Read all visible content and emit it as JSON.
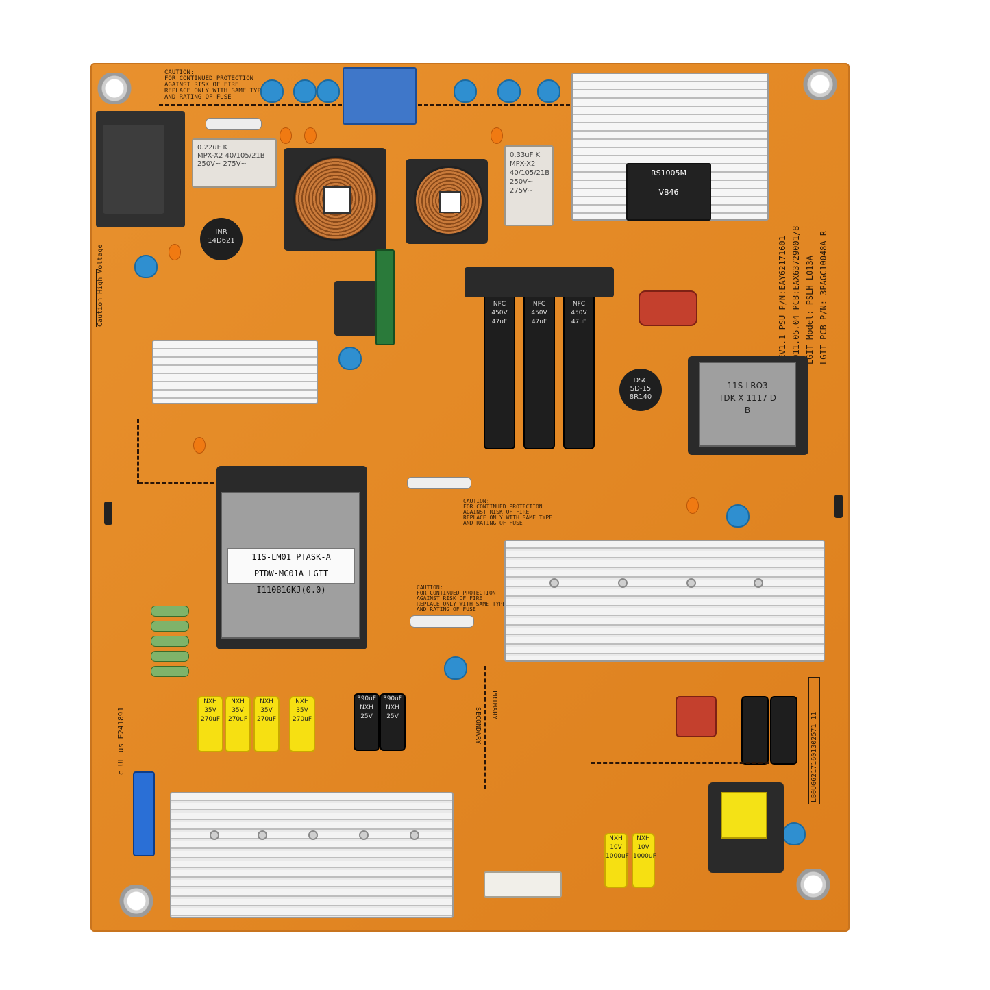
{
  "board": {
    "caution_top": [
      "CAUTION:",
      "FOR CONTINUED PROTECTION",
      "AGAINST RISK OF FIRE",
      "REPLACE ONLY WITH SAME TYPE",
      "AND RATING OF FUSE"
    ],
    "caution_mid": [
      "CAUTION:",
      "FOR CONTINUED PROTECTION",
      "AGAINST RISK OF FIRE",
      "REPLACE ONLY WITH SAME TYPE",
      "AND RATING OF FUSE"
    ],
    "caution_low": [
      "CAUTION:",
      "FOR CONTINUED PROTECTION",
      "AGAINST RISK OF FIRE",
      "REPLACE ONLY WITH SAME TYPE",
      "AND RATING OF FUSE"
    ],
    "info_lines": [
      "REV1.1   PSU P/N:EAY62171601",
      "2011.05.04  PCB:EAX63729001/8",
      "LGIT Model: PSLH-L013A",
      "LGIT PCB P/N: 3PAGC10048A-R"
    ],
    "high_voltage": [
      "Caution",
      "High Voltage"
    ],
    "sticker_line1": "11S-LM01 PTASK-A",
    "sticker_line2": "PTDW-MC01A LGIT I110816KJ(0.0)",
    "bridge_label": "RS1005M",
    "bridge_code": "VB46",
    "xcap1": [
      "0.22uF  K",
      "MPX-X2 40/105/21B",
      "250V~   275V~"
    ],
    "xcap2": [
      "0.33uF K",
      "MPX-X2 40/105/21B",
      "250V~",
      "275V~"
    ],
    "nfc_caps": [
      "NFC",
      "450V",
      "47uF"
    ],
    "trafo_label": [
      "11S-LRO3",
      "TDK X 1117 D",
      "B"
    ],
    "ntc_label": [
      "DSC",
      "SD-15",
      "8R140"
    ],
    "ntc_left_label": [
      "INR",
      "14D621"
    ],
    "small_caps_35v": [
      "NXH",
      "35V",
      "270uF"
    ],
    "small_caps_25v": [
      "NXH",
      "25V",
      "390uF"
    ],
    "small_caps_10v": [
      "NXH",
      "10V",
      "1000uF"
    ],
    "primary_label": "PRIMARY",
    "secondary_label": "SECONDARY",
    "side_code": "LB0UG62171601302571 11",
    "ul_mark": "c UL us",
    "ul_code": "E241891"
  }
}
